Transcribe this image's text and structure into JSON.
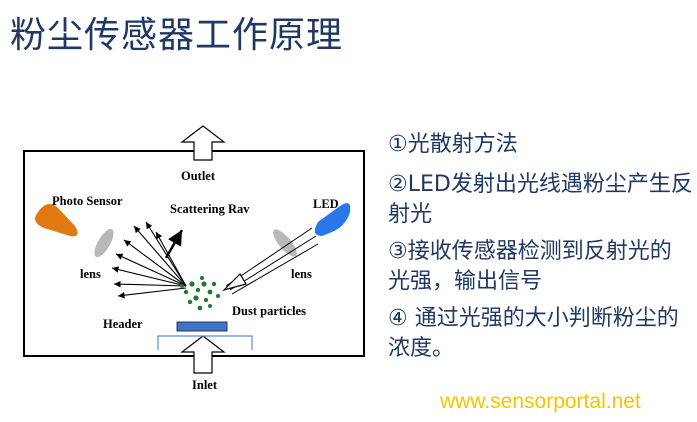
{
  "title": "粉尘传感器工作原理",
  "diagram": {
    "outlet": "Outlet",
    "inlet": "Inlet",
    "photo_sensor": "Photo Sensor",
    "led": "LED",
    "scattering_ray": "Scattering Rav",
    "lens_left": "lens",
    "lens_right": "lens",
    "header": "Header",
    "dust_particles": "Dust particles",
    "colors": {
      "photo_sensor": "#e07a10",
      "led": "#2a78e8",
      "particles": "#1f7a2e"
    }
  },
  "steps": [
    "①光散射方法",
    "②LED发射出光线遇粉尘产生反射光",
    "③接收传感器检测到反射光的光强，输出信号",
    "④ 通过光强的大小判断粉尘的浓度。"
  ],
  "watermark": "www.sensorportal.net"
}
